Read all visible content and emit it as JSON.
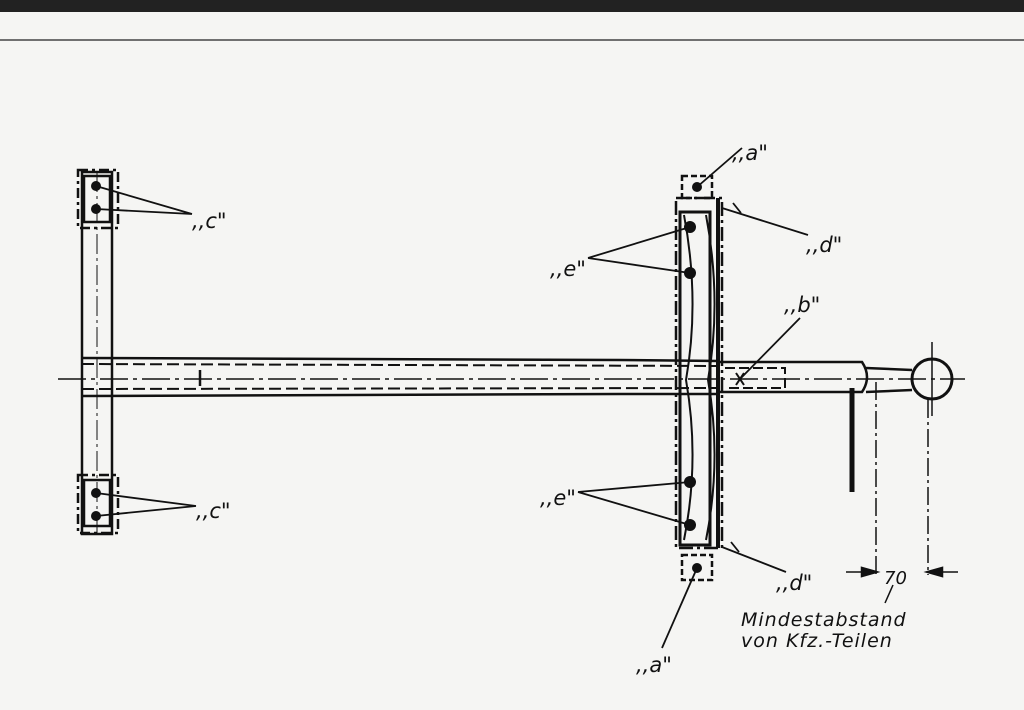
{
  "labels": {
    "a_top": ",,a\"",
    "a_bottom": ",,a\"",
    "b": ",,b\"",
    "c_top": ",,c\"",
    "c_bottom": ",,c\"",
    "d_top": ",,d\"",
    "d_bottom": ",,d\"",
    "e_top": ",,e\"",
    "e_bottom": ",,e\""
  },
  "dimension": {
    "value": "70",
    "note_line1": "Mindestabstand",
    "note_line2": "von Kfz.-Teilen"
  },
  "colors": {
    "ink": "#111111",
    "paper": "#f5f5f3"
  }
}
